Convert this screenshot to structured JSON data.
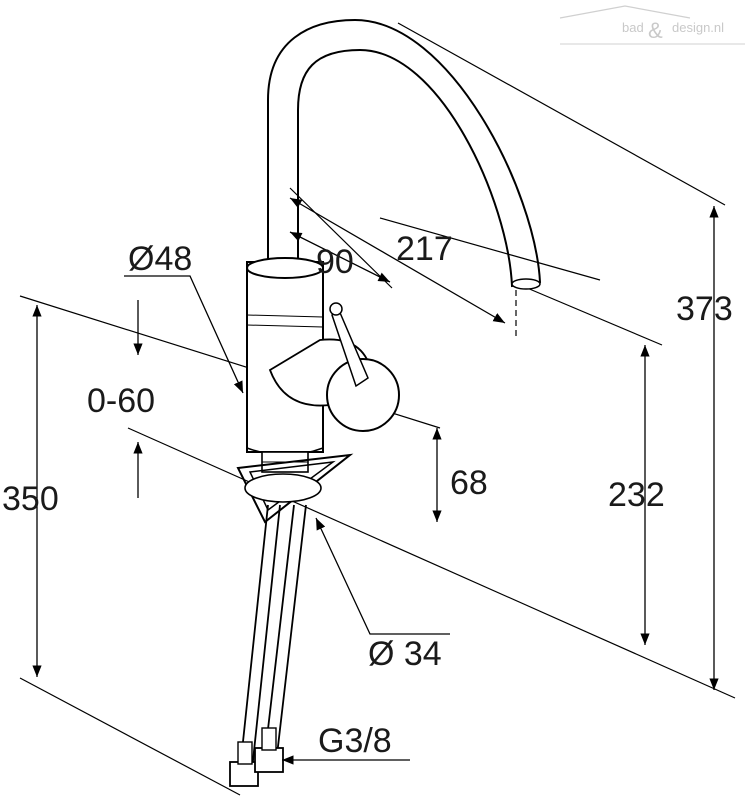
{
  "watermark": {
    "prefix": "bad",
    "amp": "&",
    "suffix": "design.nl"
  },
  "dimensions": {
    "d48": "Ø48",
    "d90": "90",
    "d217": "217",
    "d373": "373",
    "d0_60": "0-60",
    "d350": "350",
    "d68": "68",
    "d232": "232",
    "d34": "Ø 34",
    "g38": "G3/8"
  }
}
